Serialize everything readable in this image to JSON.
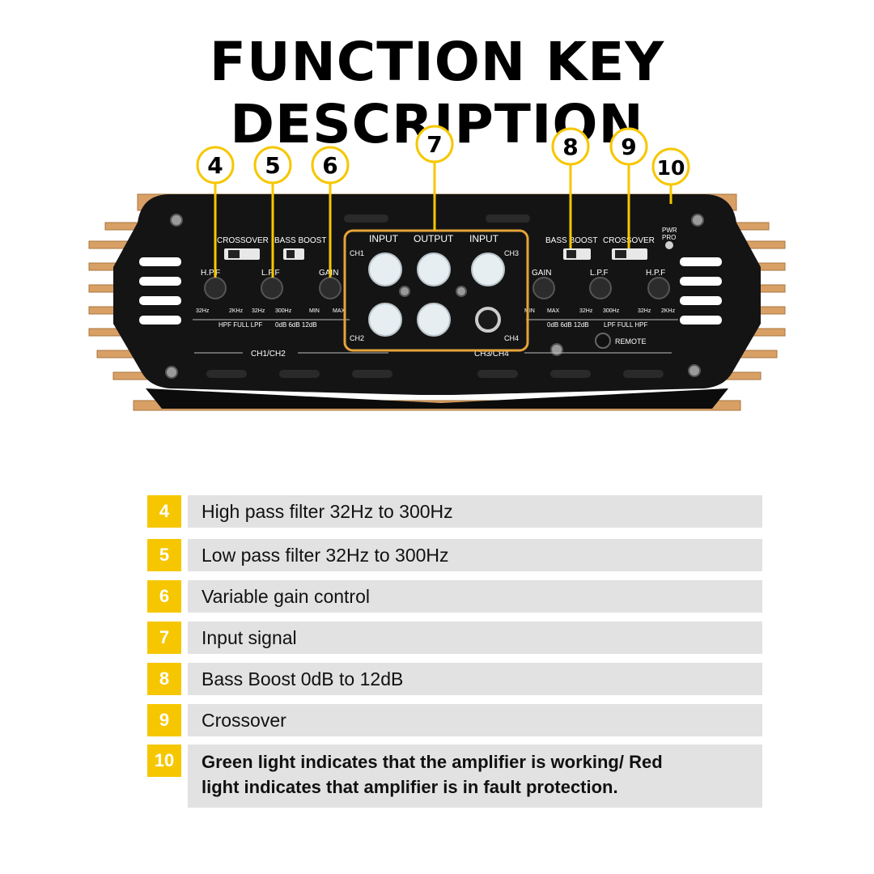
{
  "title": "FUNCTION KEY DESCRIPTION",
  "colors": {
    "accent": "#f6c700",
    "row_bg": "#e2e2e2",
    "amp_body": "#141414",
    "fins": "#d9a066"
  },
  "callouts": [
    "4",
    "5",
    "6",
    "7",
    "8",
    "9",
    "10"
  ],
  "panel_labels": {
    "crossover": "CROSSOVER",
    "bass_boost": "BASS BOOST",
    "gain": "GAIN",
    "hpf": "H.P.F",
    "lpf": "L.P.F",
    "input": "INPUT",
    "output": "OUTPUT",
    "ch1": "CH1",
    "ch2": "CH2",
    "ch3": "CH3",
    "ch4": "CH4",
    "hz32": "32Hz",
    "khz2": "2KHz",
    "hz300": "300Hz",
    "hpf_full_lpf": "HPF FULL LPF",
    "lpf_full_hpf": "LPF FULL HPF",
    "boost_levels": "0dB 6dB 12dB",
    "min": "MIN",
    "max": "MAX",
    "remote": "REMOTE",
    "pwr": "PWR",
    "pro": "PRO",
    "ch12": "CH1/CH2",
    "ch34": "CH3/CH4"
  },
  "legend": [
    {
      "num": "4",
      "text": "High pass filter 32Hz to 300Hz"
    },
    {
      "num": "5",
      "text": "Low pass filter 32Hz to 300Hz"
    },
    {
      "num": "6",
      "text": "Variable gain control"
    },
    {
      "num": "7",
      "text": "Input signal"
    },
    {
      "num": "8",
      "text": "Bass Boost 0dB to 12dB"
    },
    {
      "num": "9",
      "text": "Crossover"
    },
    {
      "num": "10",
      "line1": "Green light indicates that the amplifier is working/ Red",
      "line2": "light indicates that amplifier is in fault protection."
    }
  ]
}
